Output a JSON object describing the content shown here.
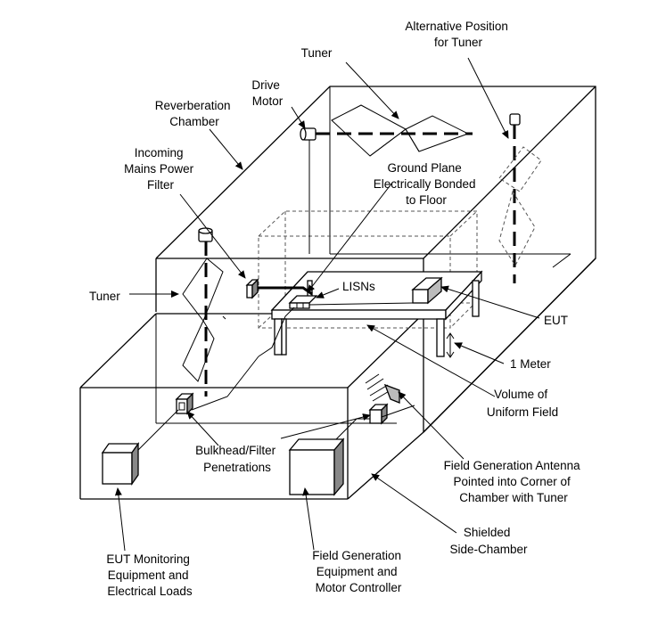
{
  "labels": {
    "tuner_top": "Tuner",
    "alt_position": [
      "Alternative Position",
      "for Tuner"
    ],
    "drive_motor": [
      "Drive",
      "Motor"
    ],
    "reverb_chamber": [
      "Reverberation",
      "Chamber"
    ],
    "incoming_filter": [
      "Incoming",
      "Mains Power",
      "Filter"
    ],
    "ground_plane": [
      "Ground Plane",
      "Electrically Bonded",
      "to Floor"
    ],
    "lisns": "LISNs",
    "tuner_left": "Tuner",
    "eut": "EUT",
    "one_meter": "1 Meter",
    "volume_field": [
      "Volume of",
      "Uniform Field"
    ],
    "bulkhead": [
      "Bulkhead/Filter",
      "Penetrations"
    ],
    "antenna": [
      "Field Generation Antenna",
      "Pointed into Corner of",
      "Chamber with Tuner"
    ],
    "shielded": [
      "Shielded",
      "Side-Chamber"
    ],
    "eut_monitoring": [
      "EUT Monitoring",
      "Equipment and",
      "Electrical Loads"
    ],
    "field_gen_equipment": [
      "Field Generation",
      "Equipment and",
      "Motor Controller"
    ]
  }
}
